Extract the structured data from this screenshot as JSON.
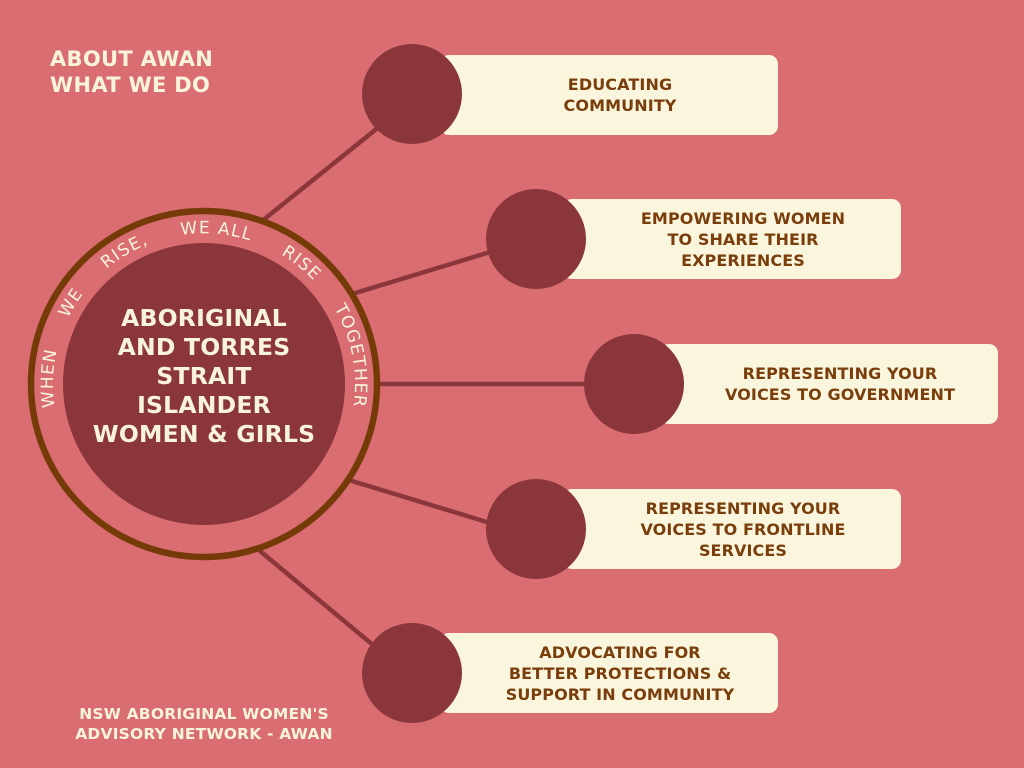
{
  "heading": {
    "line1": "ABOUT AWAN",
    "line2": "WHAT WE DO"
  },
  "center": {
    "title_lines": [
      "ABORIGINAL",
      "AND TORRES",
      "STRAIT",
      "ISLANDER",
      "WOMEN & GIRLS"
    ],
    "ring_text": "WHEN     WE     RISE,     WE ALL     RISE     TOGETHER"
  },
  "items": [
    {
      "lines": [
        "EDUCATING",
        "COMMUNITY"
      ]
    },
    {
      "lines": [
        "EMPOWERING WOMEN",
        "TO SHARE THEIR",
        "EXPERIENCES"
      ]
    },
    {
      "lines": [
        "REPRESENTING YOUR",
        "VOICES TO GOVERNMENT"
      ]
    },
    {
      "lines": [
        "REPRESENTING YOUR",
        "VOICES TO FRONTLINE",
        "SERVICES"
      ]
    },
    {
      "lines": [
        "ADVOCATING FOR",
        "BETTER PROTECTIONS &",
        "SUPPORT IN COMMUNITY"
      ]
    }
  ],
  "footer": {
    "line1": "NSW ABORIGINAL WOMEN'S",
    "line2": "ADVISORY NETWORK - AWAN"
  },
  "colors": {
    "background": "#d96d72",
    "node_fill": "#8b363b",
    "ring_stroke": "#743b08",
    "card_fill": "#f9f6dd",
    "card_text": "#7a3d0c",
    "light_text": "#f8f4dc"
  }
}
